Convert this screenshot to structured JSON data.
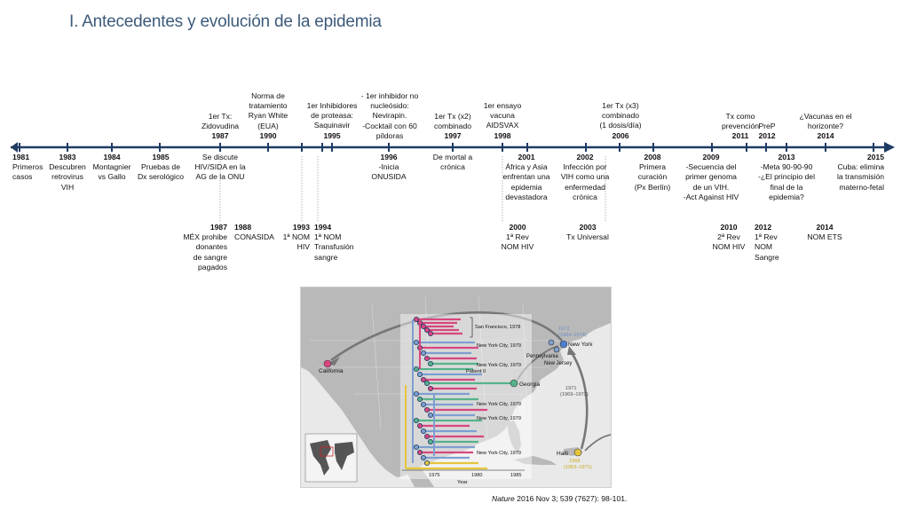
{
  "title": "I. Antecedentes y evolución de la epidemia",
  "timeline": {
    "above": [
      {
        "id": "1987a",
        "text": "1er Tx:\nZidovudina",
        "year": "1987"
      },
      {
        "id": "1990",
        "text": "Norma de\ntratamiento\nRyan White\n(EUA)",
        "year": "1990"
      },
      {
        "id": "1995",
        "text": "1er Inhibidores\nde proteasa:\nSaquinavir",
        "year": "1995"
      },
      {
        "id": "1996a",
        "text": "- 1er inhibidor no\nnucleósido:\nNevirapin.\n-Cocktail con 60\npíldoras",
        "year": ""
      },
      {
        "id": "1997",
        "text": "1er Tx (x2)\ncombinado",
        "year": "1997"
      },
      {
        "id": "1998",
        "text": "1er ensayo\nvacuna\nAIDSVAX",
        "year": "1998"
      },
      {
        "id": "2006",
        "text": "1er Tx (x3)\ncombinado\n(1 dosis/día)",
        "year": "2006"
      },
      {
        "id": "2011",
        "text": "Tx como\nprevención",
        "year": "2011"
      },
      {
        "id": "2012a",
        "text": "PreP",
        "year": "2012"
      },
      {
        "id": "2014a",
        "text": "¿Vacunas en el\nhorizonte?",
        "year": "2014"
      }
    ],
    "below1": [
      {
        "id": "1981",
        "year": "1981",
        "text": "Primeros\ncasos"
      },
      {
        "id": "1983",
        "year": "1983",
        "text": "Descubren\nretrovirus\nVIH"
      },
      {
        "id": "1984",
        "year": "1984",
        "text": "Montagnier\nvs Gallo"
      },
      {
        "id": "1985",
        "year": "1985",
        "text": "Pruebas de\nDx serológico"
      },
      {
        "id": "1987b",
        "year": "",
        "text": "Se discute\nHIV/SIDA en la\nAG de la ONU"
      },
      {
        "id": "1996b",
        "year": "1996",
        "text": "-Inicia\nONUSIDA"
      },
      {
        "id": "1997b",
        "year": "",
        "text": "De mortal a\ncrónica"
      },
      {
        "id": "2001",
        "year": "2001",
        "text": "África y Asia\nenfrentan una\nepidemia\ndevastadora"
      },
      {
        "id": "2002",
        "year": "2002",
        "text": "Infección por\nVIH como una\nenfermedad\ncrónica"
      },
      {
        "id": "2008",
        "year": "2008",
        "text": "Primera\ncuración\n(Px Berlín)"
      },
      {
        "id": "2009",
        "year": "2009",
        "text": "-Secuencia del\nprimer genoma\nde un VIH.\n-Act Against HIV"
      },
      {
        "id": "2013",
        "year": "2013",
        "text": "-Meta 90-90-90\n-¿El principio del\nfinal de la\nepidemia?"
      },
      {
        "id": "2015",
        "year": "2015",
        "text": "Cuba: elimina\nla transmisión\nmaterno-fetal"
      }
    ],
    "below2": [
      {
        "id": "1987c",
        "year": "1987",
        "text": "MÉX prohibe\ndonantes\nde sangre\npagados"
      },
      {
        "id": "1988",
        "year": "1988",
        "text": "CONASIDA"
      },
      {
        "id": "1993",
        "year": "1993",
        "text": "1ª NOM\nHIV"
      },
      {
        "id": "1994",
        "year": "1994",
        "text": "1ª NOM\nTransfusión\nsangre"
      },
      {
        "id": "2000",
        "year": "2000",
        "text": "1ª Rev\nNOM HIV"
      },
      {
        "id": "2003",
        "year": "2003",
        "text": "Tx Universal"
      },
      {
        "id": "2010",
        "year": "2010",
        "text": "2ª Rev\nNOM HIV"
      },
      {
        "id": "2012b",
        "year": "2012",
        "text": "1ª Rev\nNOM\nSangre"
      },
      {
        "id": "2014b",
        "year": "2014",
        "text": "NOM ETS"
      }
    ]
  },
  "figure": {
    "labels": {
      "san_francisco": "San Francisco, 1978",
      "new_york_1": "New York City, 1979",
      "new_york_2": "New York City, 1979",
      "new_york_3": "New York City, 1979",
      "new_york_4": "New York City, 1979",
      "new_york_5": "New York City, 1979",
      "patient_0": "Patient 0",
      "california": "California",
      "pennsylvania": "Pennsylvania",
      "new_jersey": "New Jersey",
      "new_york": "New York",
      "georgia": "Georgia",
      "haiti": "Haiti",
      "ny_date": "1972\n(1964–1974)",
      "us_date": "1971\n(1969–1973)",
      "haiti_date": "1968\n(1963–1971)",
      "tick_1975": "1975",
      "tick_1980": "1980",
      "tick_1985": "1985",
      "year_axis": "Year"
    },
    "colors": {
      "pink": "#d9467f",
      "blue": "#7d9fd1",
      "green": "#56b38c",
      "yellow": "#e4c63d",
      "grey": "#8a8a8a",
      "land": "#b9b9b9",
      "sea": "#e8e8e8",
      "line": "#1f3b63"
    }
  },
  "caption": {
    "journal": "Nature",
    "ref": " 2016 Nov 3; 539 (7627): 98-101."
  }
}
